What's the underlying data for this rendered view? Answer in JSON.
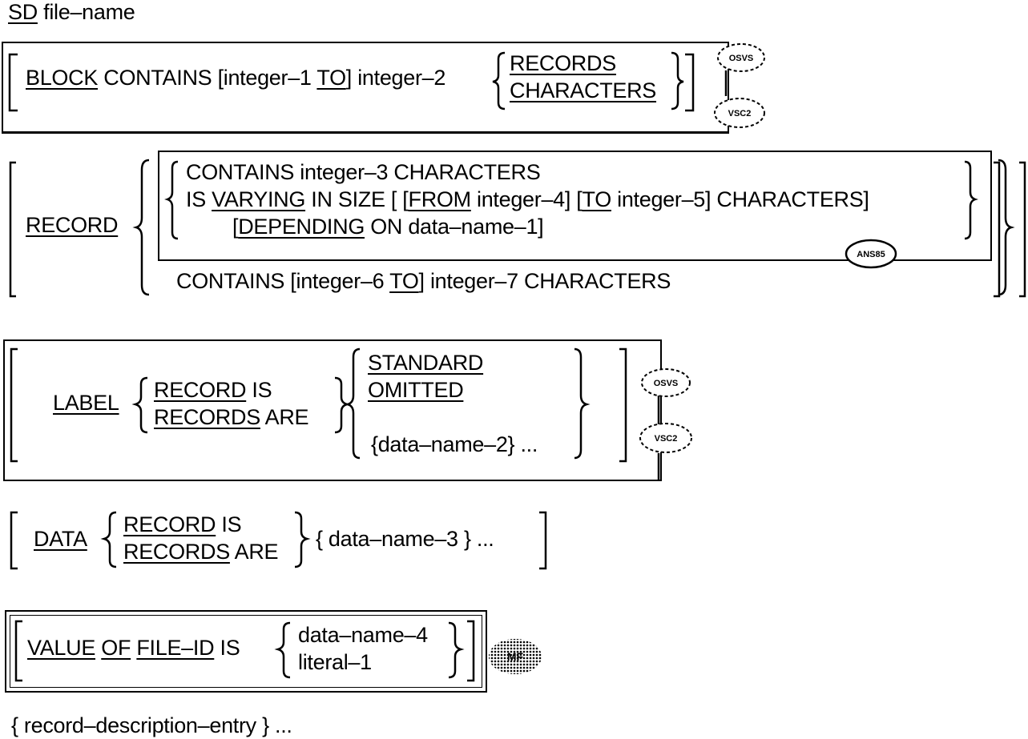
{
  "header": {
    "keyword": "SD",
    "name": "file–name"
  },
  "block_clause": {
    "keyword": "BLOCK",
    "contains": "CONTAINS",
    "open": "[integer–1",
    "to": "TO",
    "close": "]",
    "integer2": "integer–2",
    "options": [
      "RECORDS",
      "CHARACTERS"
    ],
    "badges": [
      "OSVS",
      "VSC2"
    ]
  },
  "record_clause": {
    "keyword": "RECORD",
    "line1": "CONTAINS integer–3 CHARACTERS",
    "line2": {
      "is": "IS",
      "varying": "VARYING",
      "in_size": "IN SIZE [ [",
      "from": "FROM",
      "int4": "integer–4]  [",
      "to": "TO",
      "int5": "integer–5] CHARACTERS]"
    },
    "line3": {
      "open": "[",
      "depending": "DEPENDING",
      "rest": "ON data–name–1]"
    },
    "badge": "ANS85",
    "line4": {
      "start": "CONTAINS [integer–6",
      "to": "TO",
      "end": "] integer–7 CHARACTERS"
    }
  },
  "label_clause": {
    "keyword": "LABEL",
    "record": "RECORD",
    "is": "IS",
    "records": "RECORDS",
    "are": "ARE",
    "options": [
      "STANDARD",
      "OMITTED"
    ],
    "data_name": "{data–name–2} ...",
    "badges": [
      "OSVS",
      "VSC2"
    ]
  },
  "data_clause": {
    "keyword": "DATA",
    "record": "RECORD",
    "is": "IS",
    "records": "RECORDS",
    "are": "ARE",
    "data_name": "{ data–name–3 }  ..."
  },
  "value_clause": {
    "value": "VALUE",
    "of": "OF",
    "file_id": "FILE–ID",
    "is": "IS",
    "options": [
      "data–name–4",
      "literal–1"
    ],
    "badge": "MF"
  },
  "footer": {
    "entry": "{ record–description–entry }  ..."
  }
}
